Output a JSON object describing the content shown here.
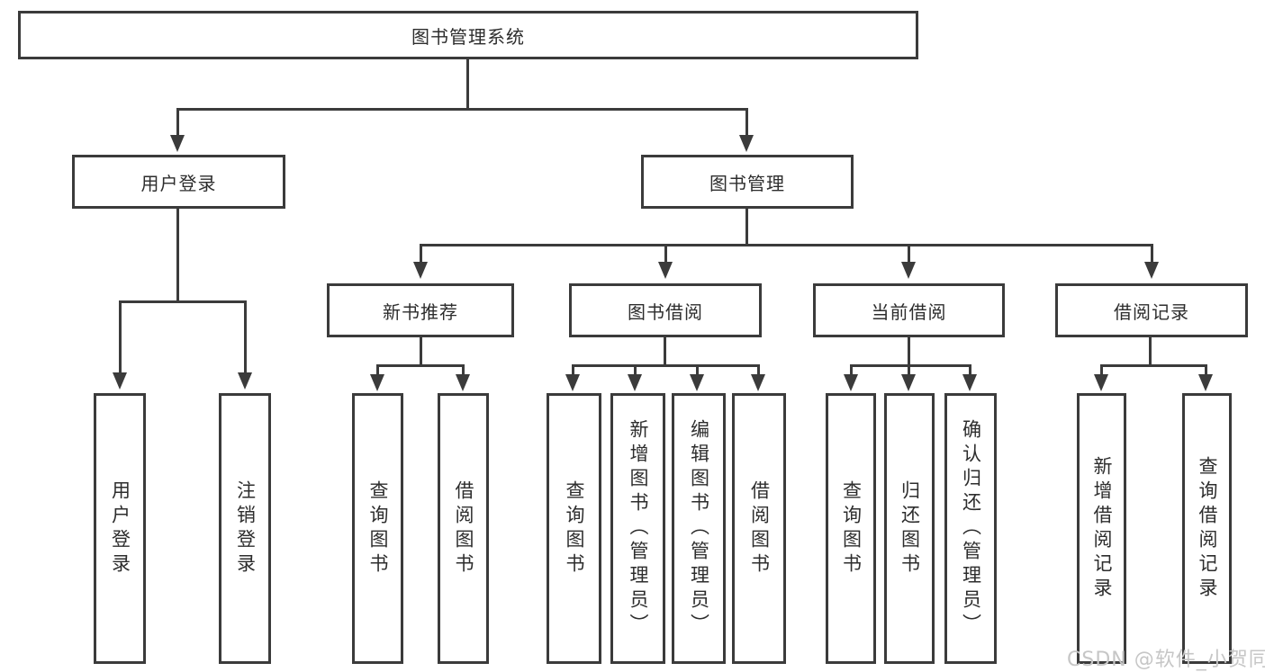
{
  "diagram": {
    "title": "图书管理系统",
    "level2": [
      "用户登录",
      "图书管理"
    ],
    "level3": [
      "新书推荐",
      "图书借阅",
      "当前借阅",
      "借阅记录"
    ],
    "leaves": {
      "user_login": [
        "用户登录",
        "注销登录"
      ],
      "new_book": [
        "查询图书",
        "借阅图书"
      ],
      "book_borrow": [
        "查询图书",
        "新增图书（管理员）",
        "编辑图书（管理员）",
        "借阅图书"
      ],
      "current_borrow": [
        "查询图书",
        "归还图书",
        "确认归还（管理员）"
      ],
      "borrow_record": [
        "新增借阅记录",
        "查询借阅记录"
      ]
    }
  },
  "watermark": "CSDN @软件_小贺同学",
  "colors": {
    "line": "#3b3b3b",
    "text": "#2d2d2d",
    "background": "#ffffff",
    "watermark": "#c6c6c6"
  }
}
